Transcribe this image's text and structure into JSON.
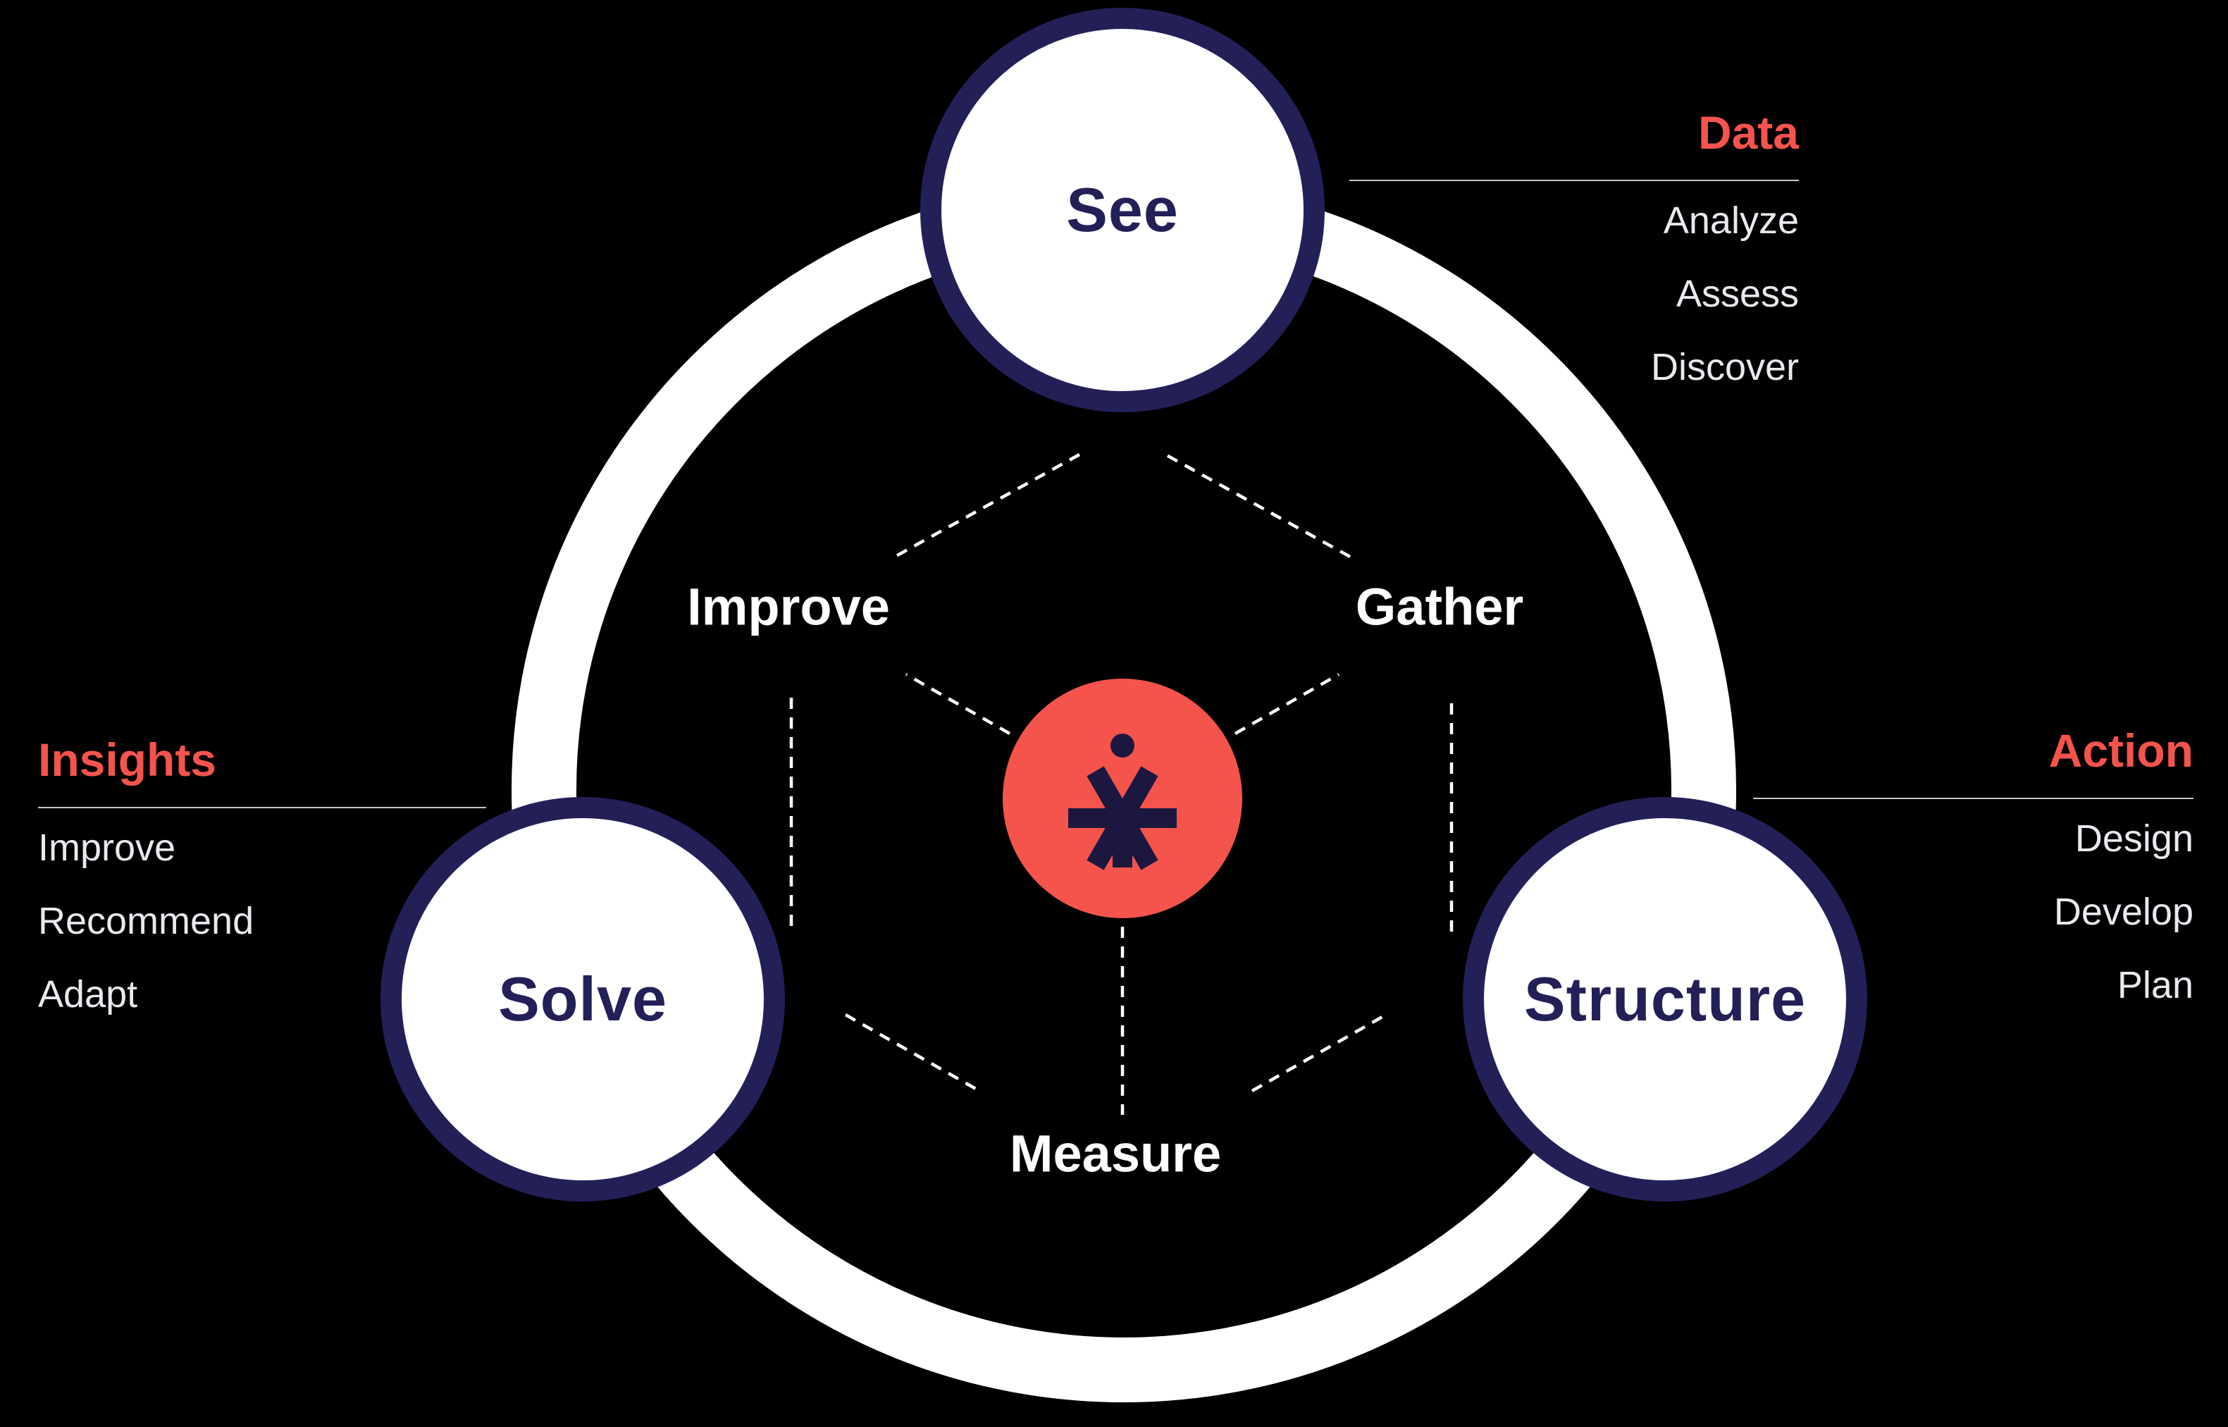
{
  "colors": {
    "background": "#000000",
    "navy": "#232058",
    "coral": "#F4544C",
    "white": "#ffffff",
    "text_light": "#E9E9F0",
    "rule": "#C7C7CD",
    "logo_navy": "#1C173F"
  },
  "nodes": {
    "see": "See",
    "solve": "Solve",
    "structure": "Structure"
  },
  "inner_labels": {
    "improve": "Improve",
    "gather": "Gather",
    "measure": "Measure"
  },
  "center": {
    "icon": "asterisk-logo"
  },
  "annotations": {
    "data": {
      "title": "Data",
      "items": [
        "Analyze",
        "Assess",
        "Discover"
      ]
    },
    "insights": {
      "title": "Insights",
      "items": [
        "Improve",
        "Recommend",
        "Adapt"
      ]
    },
    "action": {
      "title": "Action",
      "items": [
        "Design",
        "Develop",
        "Plan"
      ]
    }
  }
}
